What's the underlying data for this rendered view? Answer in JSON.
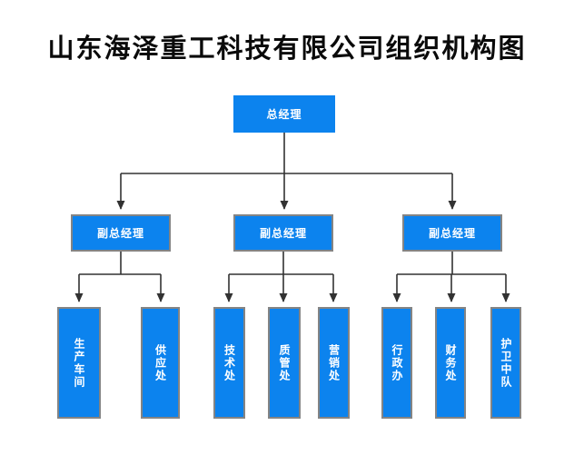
{
  "title": "山东海泽重工科技有限公司组织机构图",
  "colors": {
    "node_fill": "#0c83ee",
    "node_text": "#ffffff",
    "node_border": "#848484",
    "connector": "#323232",
    "title_color": "#0a0a0a",
    "background": "#ffffff"
  },
  "org": {
    "root": {
      "label": "总经理"
    },
    "level2": [
      {
        "label": "副总经理"
      },
      {
        "label": "副总经理"
      },
      {
        "label": "副总经理"
      }
    ],
    "level3": [
      {
        "label": "生产车间",
        "parent_index": 0
      },
      {
        "label": "供应处",
        "parent_index": 0
      },
      {
        "label": "技术处",
        "parent_index": 1
      },
      {
        "label": "质管处",
        "parent_index": 1
      },
      {
        "label": "营销处",
        "parent_index": 1
      },
      {
        "label": "行政办",
        "parent_index": 2
      },
      {
        "label": "财务处",
        "parent_index": 2
      },
      {
        "label": "护卫中队",
        "parent_index": 2
      }
    ]
  }
}
